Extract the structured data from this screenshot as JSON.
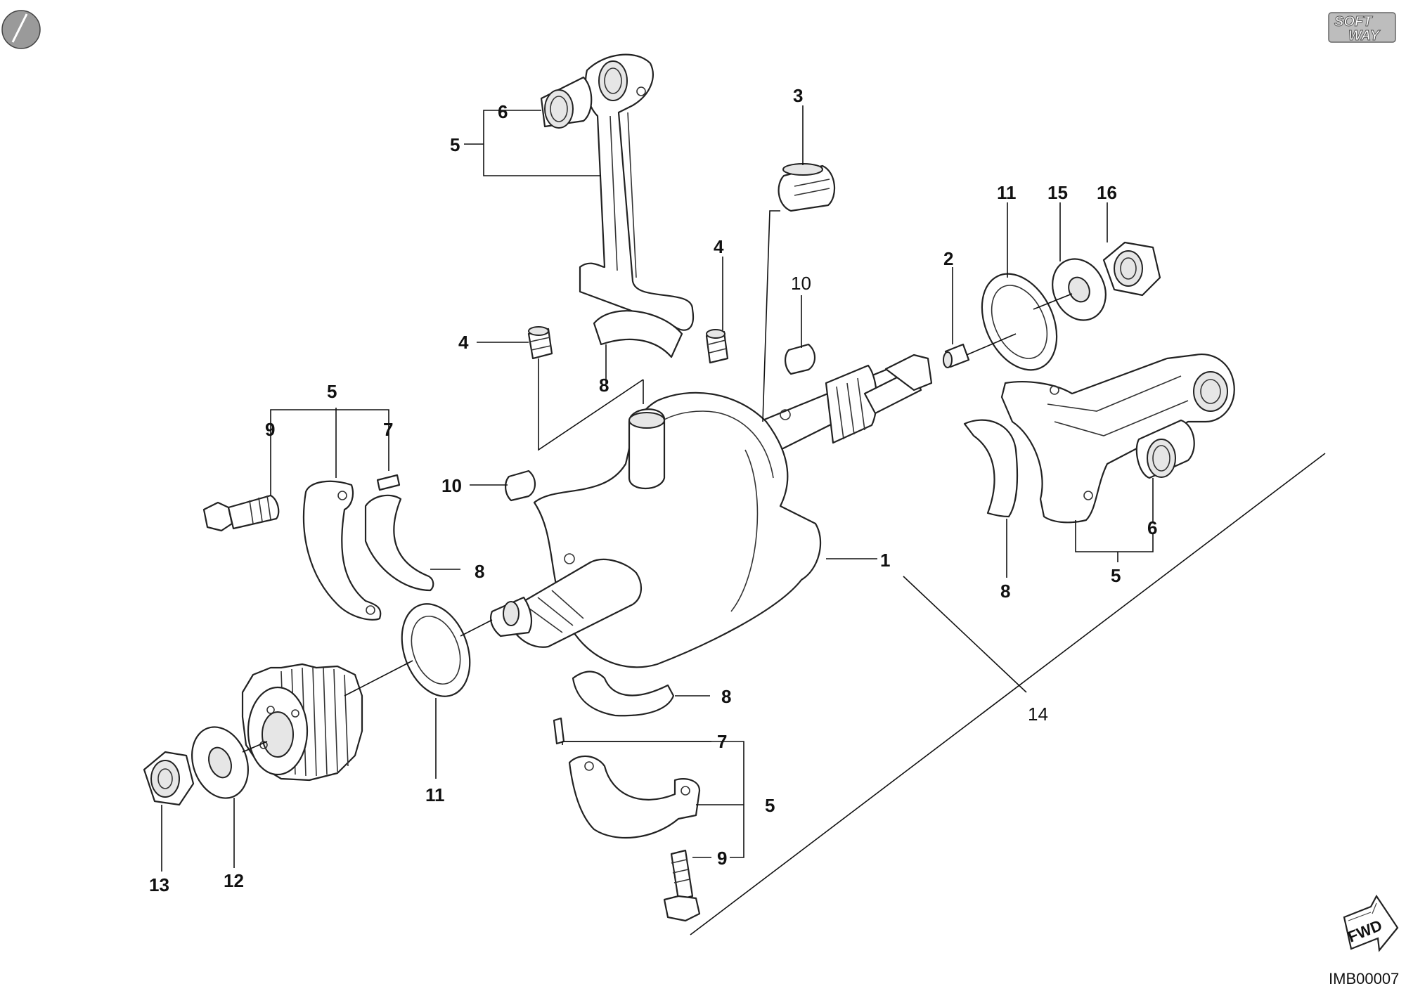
{
  "diagram": {
    "callouts": {
      "c1": "1",
      "c2": "2",
      "c3": "3",
      "c4a": "4",
      "c4b": "4",
      "c5a": "5",
      "c5b": "5",
      "c5c": "5",
      "c5d": "5",
      "c6a": "6",
      "c6b": "6",
      "c7a": "7",
      "c7b": "7",
      "c8a": "8",
      "c8b": "8",
      "c8c": "8",
      "c8d": "8",
      "c9a": "9",
      "c9b": "9",
      "c10a": "10",
      "c10b": "10",
      "c11a": "11",
      "c11b": "11",
      "c12": "12",
      "c13": "13",
      "c14": "14",
      "c15": "15",
      "c16": "16"
    },
    "logo": {
      "line1": "SOFT",
      "line2": "WAY"
    },
    "fwd_label": "FWD",
    "image_code": "IMB00007"
  }
}
